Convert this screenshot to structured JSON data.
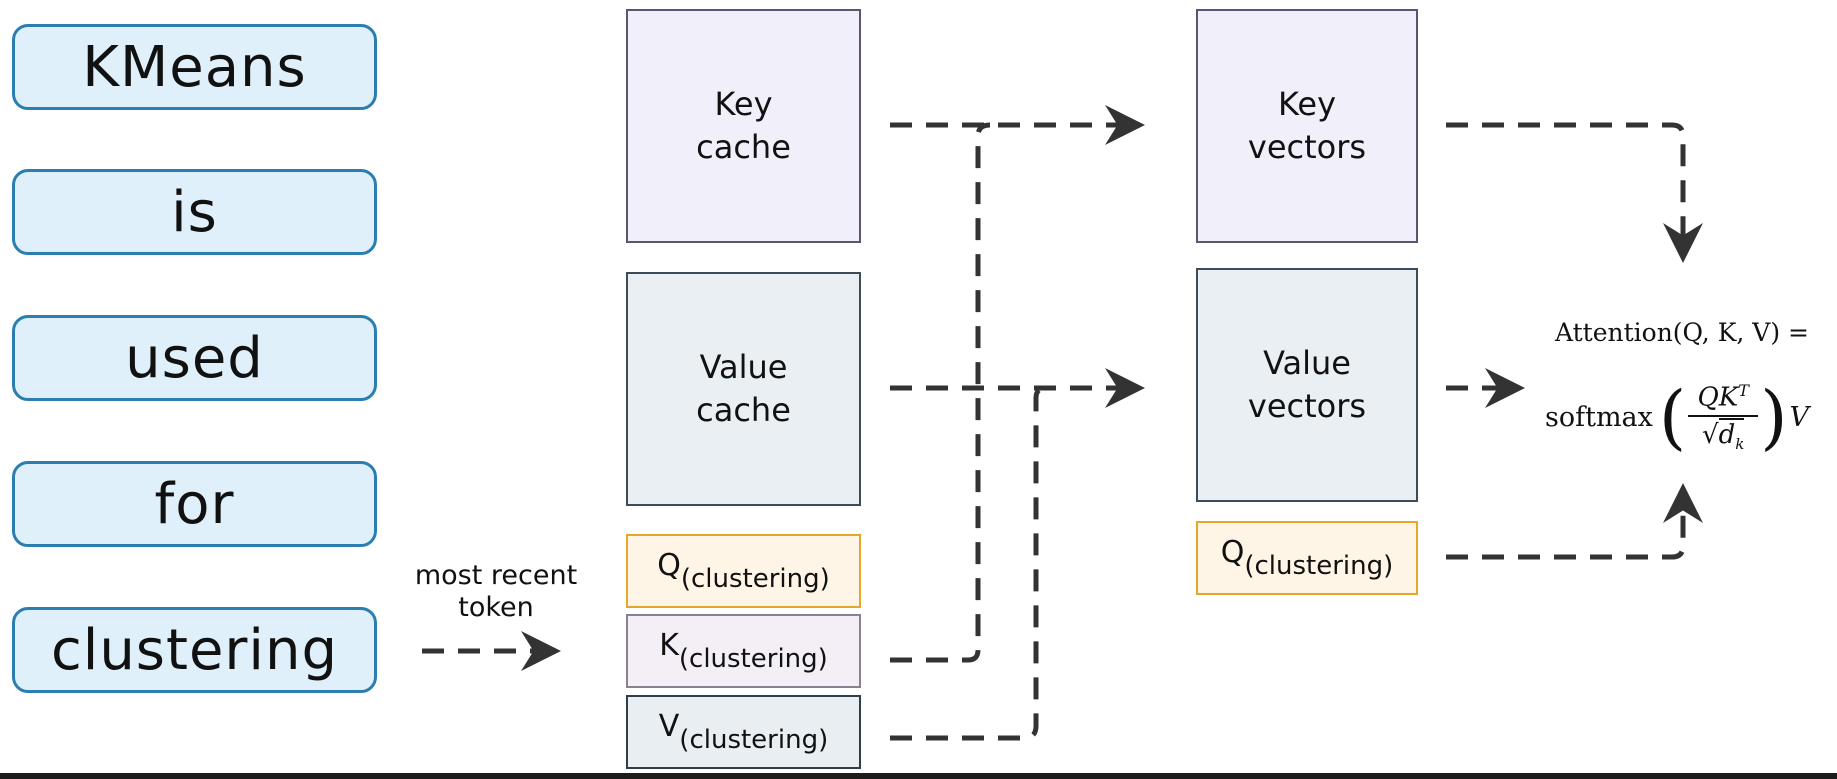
{
  "tokens": [
    "KMeans",
    "is",
    "used",
    "for",
    "clustering"
  ],
  "recent_token_note": {
    "line1": "most recent",
    "line2": "token"
  },
  "caches": {
    "key": {
      "line1": "Key",
      "line2": "cache"
    },
    "value": {
      "line1": "Value",
      "line2": "cache"
    }
  },
  "new_entries": {
    "q": {
      "letter": "Q",
      "subscript": "(clustering)"
    },
    "k": {
      "letter": "K",
      "subscript": "(clustering)"
    },
    "v": {
      "letter": "V",
      "subscript": "(clustering)"
    }
  },
  "vectors": {
    "key": {
      "line1": "Key",
      "line2": "vectors"
    },
    "value": {
      "line1": "Value",
      "line2": "vectors"
    },
    "q": {
      "letter": "Q",
      "subscript": "(clustering)"
    }
  },
  "formula": {
    "lhs": "Attention(Q, K, V) =",
    "softmax": "softmax",
    "numerator": "QK",
    "numerator_sup": "T",
    "denominator": "d",
    "denominator_sub": "k",
    "tail": "V"
  },
  "colors": {
    "token_fill": "#dff0fa",
    "token_border": "#2b7fb0",
    "key_fill": "#f1effa",
    "value_fill": "#eaeff3",
    "q_border": "#e5a72a",
    "arrow": "#333333"
  }
}
